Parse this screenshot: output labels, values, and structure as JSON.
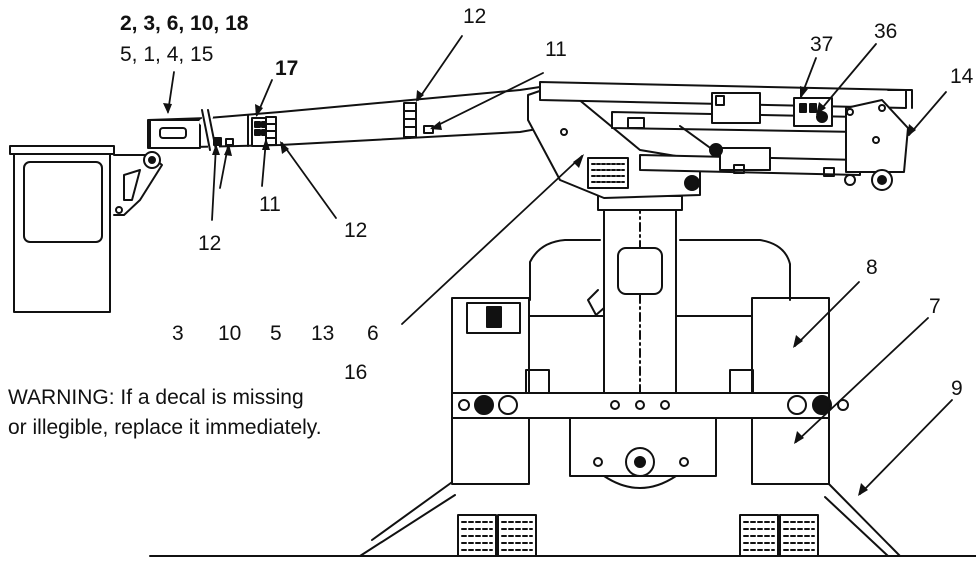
{
  "callouts": {
    "top_group_bold": "2, 3, 6, 10, 18",
    "top_group_plain": "5, 1, 4, 15",
    "c17": "17",
    "c12_top": "12",
    "c11_top": "11",
    "c37": "37",
    "c36": "36",
    "c14": "14",
    "c11_mid": "11",
    "c12_left": "12",
    "c12_mid": "12",
    "c8": "8",
    "c7": "7",
    "c9": "9",
    "c16": "16",
    "row_numbers": [
      "3",
      "10",
      "5",
      "13",
      "6"
    ]
  },
  "warning": {
    "line1": "WARNING: If a decal is missing",
    "line2": "or illegible, replace it immediately."
  },
  "colors": {
    "ink": "#111111",
    "paper": "#ffffff"
  }
}
